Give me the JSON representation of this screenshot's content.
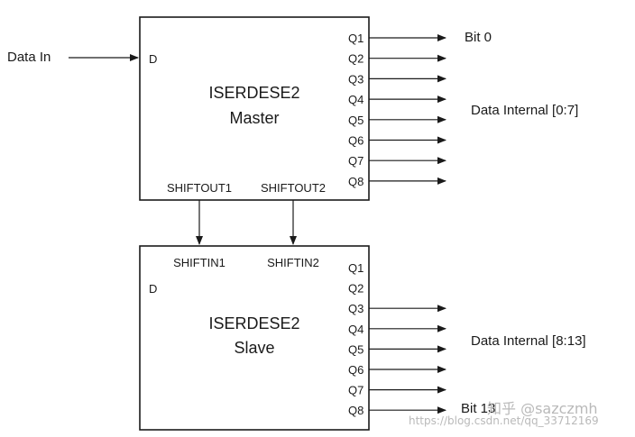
{
  "inputs": {
    "data_in": "Data In"
  },
  "master": {
    "name": "ISERDESE2",
    "role": "Master",
    "d_port": "D",
    "q_ports": [
      "Q1",
      "Q2",
      "Q3",
      "Q4",
      "Q5",
      "Q6",
      "Q7",
      "Q8"
    ],
    "shiftout1": "SHIFTOUT1",
    "shiftout2": "SHIFTOUT2"
  },
  "slave": {
    "name": "ISERDESE2",
    "role": "Slave",
    "d_port": "D",
    "q_ports": [
      "Q1",
      "Q2",
      "Q3",
      "Q4",
      "Q5",
      "Q6",
      "Q7",
      "Q8"
    ],
    "shiftin1": "SHIFTIN1",
    "shiftin2": "SHIFTIN2"
  },
  "outputs": {
    "bit0": "Bit 0",
    "data_internal_master": "Data Internal [0:7]",
    "data_internal_slave": "Data Internal [8:13]",
    "bit13": "Bit 13"
  },
  "watermark": {
    "zhihu": "知乎 @sazczmh",
    "url": "https://blog.csdn.net/qq_33712169"
  }
}
